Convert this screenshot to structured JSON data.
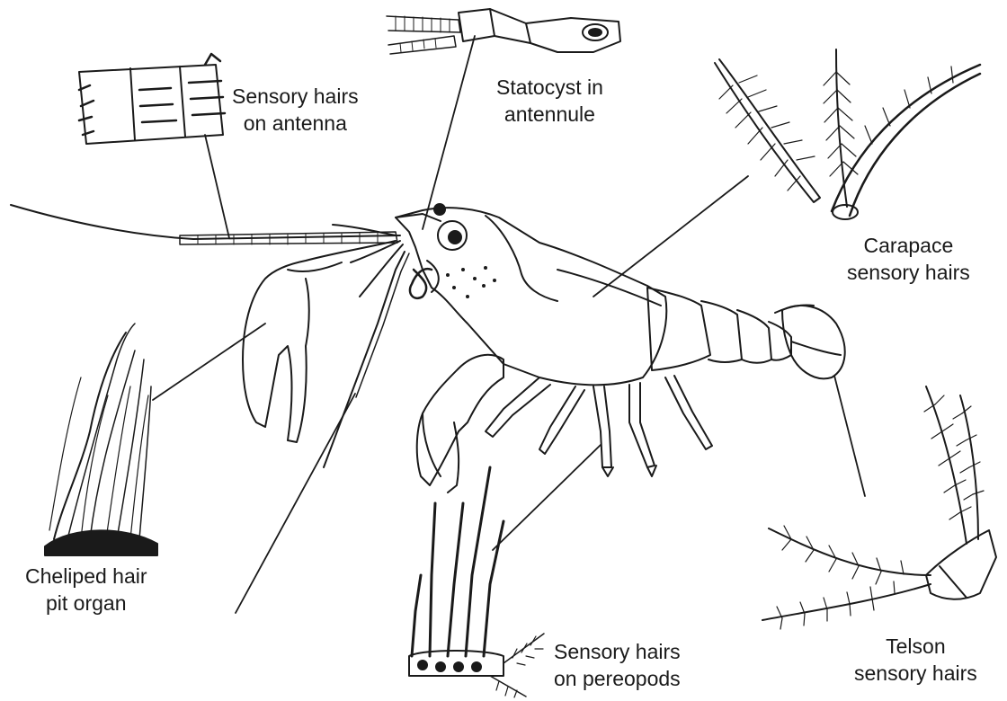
{
  "figure": {
    "labels": {
      "antenna": [
        "Sensory hairs",
        "on antenna"
      ],
      "statocyst": [
        "Statocyst in",
        "antennule"
      ],
      "carapace": [
        "Carapace",
        "sensory hairs"
      ],
      "cheliped": [
        "Cheliped hair",
        "pit organ"
      ],
      "pereopods": [
        "Sensory hairs",
        "on pereopods"
      ],
      "telson": [
        "Telson",
        "sensory hairs"
      ]
    },
    "colors": {
      "ink": "#1a1a1a",
      "background": "#ffffff"
    },
    "icons": [
      "crayfish-illustration",
      "antenna-segment-detail",
      "antennule-statocyst-detail",
      "carapace-hairs-detail",
      "cheliped-pit-organ-detail",
      "pereopod-hairs-detail",
      "telson-hairs-detail"
    ]
  }
}
